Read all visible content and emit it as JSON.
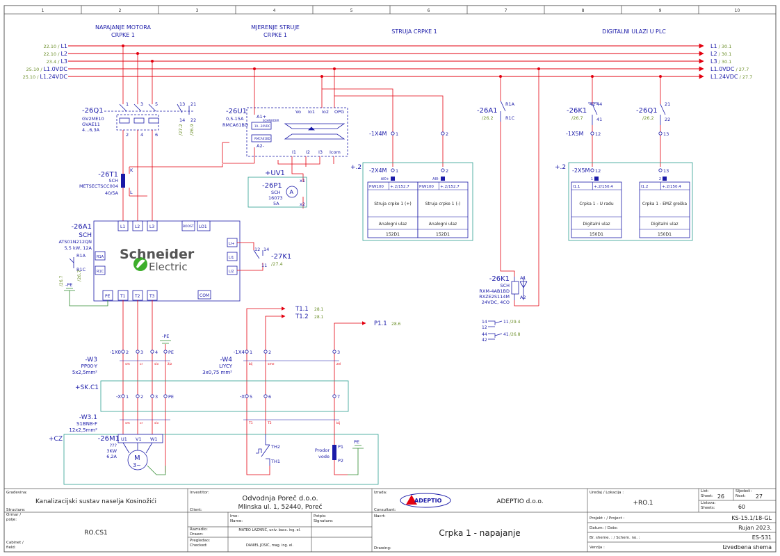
{
  "columns": [
    "1",
    "2",
    "3",
    "4",
    "5",
    "6",
    "7",
    "8",
    "9",
    "10"
  ],
  "headings": {
    "motor_power_1": "NAPAJANJE MOTORA",
    "motor_power_2": "CRPKE 1",
    "current_meas_1": "MJERENJE STRUJE",
    "current_meas_2": "CRPKE 1",
    "pump_current": "STRUJA CRPKE 1",
    "digital_inputs": "DIGITALNI ULAZI U PLC"
  },
  "rails": {
    "left": [
      {
        "ref": "22.10",
        "label": "L1"
      },
      {
        "ref": "22.10",
        "label": "L2"
      },
      {
        "ref": "23.4",
        "label": "L3"
      },
      {
        "ref": "25.10",
        "label": "L1.0VDC"
      },
      {
        "ref": "25.10",
        "label": "L1.24VDC"
      }
    ],
    "right": [
      {
        "label": "L1",
        "ref": "30.1"
      },
      {
        "label": "L2",
        "ref": "30.1"
      },
      {
        "label": "L3",
        "ref": "30.1"
      },
      {
        "label": "L1.0VDC",
        "ref": "27.7"
      },
      {
        "label": "L1.24VDC",
        "ref": "27.7"
      }
    ]
  },
  "q1": {
    "tag": "-26Q1",
    "l1": "GV2ME10",
    "l2": "GVAE11",
    "l3": "4...6,3A",
    "n1": "1",
    "n3": "3",
    "n5": "5",
    "n2": "2",
    "n4": "4",
    "n6": "6",
    "a13": "13",
    "a21": "21",
    "a14": "14",
    "a22": "22",
    "r1": "/27.2",
    "r2": "/26.9"
  },
  "t1": {
    "tag": "-26T1",
    "l1": "SCH",
    "l2": "METSECTSCC004",
    "l3": "40/5A",
    "k": "K",
    "l": "L"
  },
  "u1": {
    "tag": "-26U1",
    "l1": "0,5-15A",
    "l2": "RMCA61BD",
    "a1": "A1+",
    "a2": "A2-",
    "vo": "Vo",
    "io1": "Io1",
    "io2": "Io2",
    "opg": "OPG",
    "i1": "I1",
    "i2": "I2",
    "i3": "I3",
    "icom": "Icom",
    "in1": "SCHNEIDER",
    "in2": "19...30VDC",
    "in3": "RMCA61BD"
  },
  "uv1": {
    "tag": "+UV1",
    "p1": "-26P1",
    "l1": "SCH",
    "l2": "16073",
    "l3": "5A",
    "x1": "x1",
    "x2": "x2",
    "sym": "A"
  },
  "a1s": {
    "tag": "-26A1",
    "l1": "SCH",
    "l2": "ATS01N212QN",
    "l3": "5,5 kW, 12A",
    "r1a": "R1A",
    "r1c": "R1C",
    "ref": "/26.7"
  },
  "starter": {
    "brand1": "Schneider",
    "brand2": "Electric",
    "l1": "L1",
    "l2": "L2",
    "l3": "L3",
    "boost": "BOOST",
    "lo1": "LO1",
    "li_plus": "LI+",
    "li1": "LI1",
    "li2": "LI2",
    "r1a": "R1A",
    "r1c": "R1C",
    "pe": "PE",
    "t1": "T1",
    "t2": "T2",
    "t3": "T3",
    "com": "COM"
  },
  "k27": {
    "tag": "-27K1",
    "ref": "/27.4",
    "c12": "12",
    "c14": "14",
    "c11": "11"
  },
  "pe1": "-PE",
  "pe_ref": "/26.7",
  "relay_contact": {
    "tag": "-26A1",
    "ref": "/26.2",
    "r1a": "R1A",
    "r1c": "R1C"
  },
  "k1_contact": {
    "tag": "-26K1",
    "ref": "/26.7",
    "c42": "42",
    "c44": "44",
    "c41": "41"
  },
  "q1_contact": {
    "tag": "-26Q1",
    "ref": "/26.2",
    "c21": "21",
    "c22": "22"
  },
  "x4m": {
    "tag": "-1X4M",
    "t1": "1",
    "t2": "2"
  },
  "x5m": {
    "tag": "-1X5M",
    "t12": "12",
    "t13": "13"
  },
  "plc_ai": {
    "loc": "+.2",
    "tag": "-2X4M",
    "t1": "1",
    "t2": "2",
    "cards": [
      {
        "pin": "AI0+",
        "mod": "PIW100",
        "ref": "+.2/152.7",
        "desc": "Struja crpke 1 (+)",
        "type": "Analogni ulaz",
        "addr": "152D1"
      },
      {
        "pin": "AI0-",
        "mod": "PIW100",
        "ref": "+.2/152.7",
        "desc": "Struja crpke 1 (-)",
        "type": "Analogni ulaz",
        "addr": "152D1"
      }
    ]
  },
  "plc_di": {
    "loc": "+.2",
    "tag": "-2X5M",
    "t12": "12",
    "t13": "13",
    "cards": [
      {
        "pin": "1",
        "mod": "I1.1",
        "ref": "+.2/150.4",
        "desc": "Crpka 1 - U radu",
        "type": "Digitalni ulaz",
        "addr": "150D1"
      },
      {
        "pin": "2",
        "mod": "I1.2",
        "ref": "+.2/150.4",
        "desc": "Crpka 1 - EMZ greška",
        "type": "Digitalni ulaz",
        "addr": "150D1"
      }
    ]
  },
  "k1": {
    "tag": "-26K1",
    "l1": "SCH",
    "l2": "RXM-4AB1BD",
    "l3": "RXZE2S114M",
    "l4": "24VDC, 4CO",
    "a1": "A1",
    "a2": "A2",
    "c14": "14",
    "c12": "12",
    "c11": "11",
    "r11": "/29.4",
    "c44": "44",
    "c42": "42",
    "c41": "41",
    "r41": "/26.8"
  },
  "arrows": [
    {
      "label": "T1.1",
      "ref": "28.1"
    },
    {
      "label": "T1.2",
      "ref": "28.1"
    },
    {
      "label": "P1.1",
      "ref": "28.6"
    }
  ],
  "w3": {
    "tag": "-W3",
    "l1": "PP00-Y",
    "l2": "5x2,5mm²",
    "cores": [
      "sm",
      "cr",
      "siv",
      "ž/z"
    ]
  },
  "w4": {
    "tag": "-W4",
    "l1": "LIYCY",
    "l2": "3x0,75 mm²",
    "cores": [
      "bij",
      "sme",
      "zel"
    ]
  },
  "w31": {
    "tag": "-W3.1",
    "l1": "S1BN8-F",
    "l2": "12x2,5mm²",
    "cores": [
      "sm",
      "cr",
      "siv",
      "T1",
      "T2",
      "bij"
    ]
  },
  "x0": {
    "tag": "-1X0",
    "t": [
      "2",
      "3",
      "4",
      "PE"
    ],
    "pe": "-PE"
  },
  "x4": {
    "tag": "-1X4",
    "t": [
      "1",
      "2",
      "3"
    ]
  },
  "skc1": {
    "tag": "+SK.C1",
    "x1": "-X",
    "t1": [
      "1",
      "2",
      "3",
      "PE"
    ],
    "x2": "-X",
    "t2": [
      "5",
      "6",
      "7"
    ]
  },
  "cz": {
    "tag": "+CZ",
    "m1": "-26M1",
    "l1": "???",
    "l2": "3KW",
    "l3": "6,2A",
    "u1": "U1",
    "v1": "V1",
    "w1": "W1",
    "msym": "M",
    "mphase": "3~",
    "th2": "TH2",
    "th1": "TH1",
    "p1": "P1",
    "p2": "P2",
    "prodor1": "Prodor",
    "prodor2": "vode",
    "pe": "PE"
  },
  "title_block": {
    "gradevina_label": "Građevina:",
    "gradevina": "Kanalizacijski sustav naselja Kosinožići",
    "structure_label": "Structure:",
    "investitor_label": "Investitor:",
    "investitor1": "Odvodnja Poreč d.o.o.",
    "investitor2": "Mlinska ul. 1, 52440, Poreč",
    "client_label": "Client:",
    "izrada_label": "Izrada:",
    "consultant_label": "Consultant:",
    "logo": "ADEPTIO",
    "company": "ADEPTIO d.o.o.",
    "uredaj_label": "Uređaj / Lokacija :",
    "uredaj": "+RO.1",
    "list_label": "List:",
    "sheet_label": "Sheet:",
    "list": "26",
    "sljedeci_label": "Sljedeći:",
    "next_label": "Next:",
    "next": "27",
    "listova_label": "Listova:",
    "sheets_label": "Sheets:",
    "listova": "60",
    "ormar_label": "Ormar /",
    "polje_label": "polje:",
    "ormar": "RO.CS1",
    "cabinet_label": "Cabinet /",
    "field_label": "field:",
    "razradio_label": "Razradio:",
    "drawn_label": "Drawn:",
    "ime_label": "Ime:",
    "name_label": "Name:",
    "potpis_label": "Potpis:",
    "signature_label": "Signature:",
    "razradio": "MATEO LAZARIĆ, univ. bacc. ing. el.",
    "pregledao_label": "Pregledao:",
    "checked_label": "Checked:",
    "pregledao": "DANIEL JOSIĆ, mag. ing. el.",
    "nacrt_label": "Nacrt:",
    "drawing_label": "Drawing:",
    "nacrt": "Crpka 1 - napajanje",
    "projekt_label": "Projekt : / Project :",
    "projekt": "KS-15.1/18-GL",
    "datum_label": "Datum: / Date:",
    "datum": "Rujan 2023.",
    "shema_label": "Br. sheme. : / Schem. no. :",
    "shema": "ES-531",
    "verzija_label": "Verzija :",
    "verzija": "Izvedbena shema"
  },
  "colors": {
    "ink": "#1a1aa8",
    "power": "#e3000f",
    "ground": "#2e8b2e",
    "ref": "#6c8f2a",
    "frame": "#5a5a5a",
    "box": "#2a9d8f"
  }
}
